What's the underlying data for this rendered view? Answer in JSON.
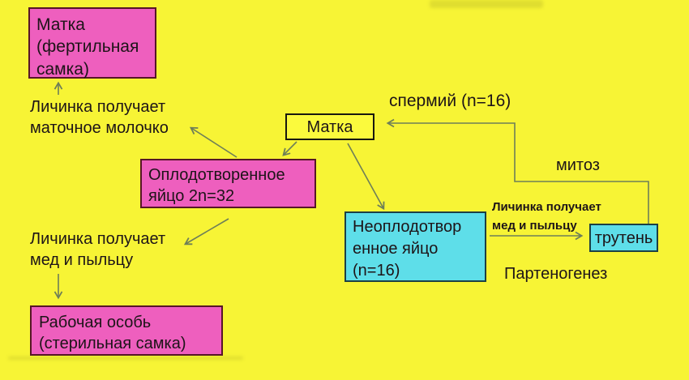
{
  "colors": {
    "background": "#f7f435",
    "box_pink": "#ee5fbe",
    "box_cyan": "#5edee9",
    "box_yellow": "#fbfa3d",
    "border_pink": "#571627",
    "border_cyan": "#1d4044",
    "border_yellow": "#18180f",
    "arrow": "#6e7e58",
    "text": "#1d1418"
  },
  "nodes": {
    "queen_fertile": {
      "label": "Матка\n(фертильная\nсамка)"
    },
    "queen": {
      "label": "Матка"
    },
    "fertilized_egg": {
      "label": "Оплодотворенное\nяйцо 2n=32"
    },
    "unfertilized_egg": {
      "label": "Неоплодотвор\nенное яйцо\n(n=16)"
    },
    "drone": {
      "label": "трутень"
    },
    "worker": {
      "label": "Рабочая особь\n(стерильная самка)"
    }
  },
  "labels": {
    "royal_jelly": "Личинка получает\nматочное молочко",
    "sperm": "спермий (n=16)",
    "mitosis": "митоз",
    "honey_left": "Личинка получает\nмед и пыльцу",
    "honey_right": "Личинка получает\nмед и пыльцу",
    "parthenogenesis": "Партеногенез"
  }
}
